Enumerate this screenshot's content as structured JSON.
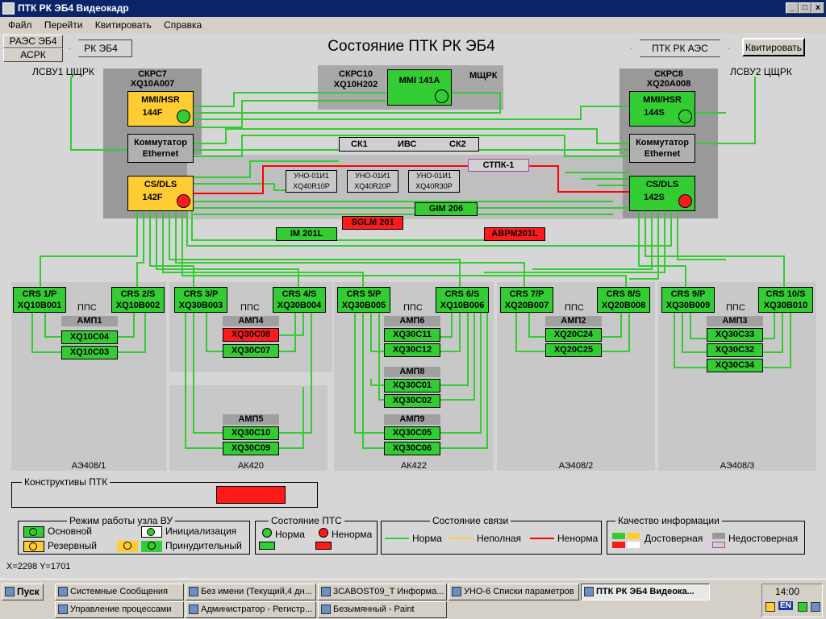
{
  "window": {
    "title": "ПТК РК ЭБ4 Видеокадр",
    "min": "_",
    "max": "□",
    "close": "x"
  },
  "menu": [
    "Файл",
    "Перейти",
    "Квитировать",
    "Справка"
  ],
  "header": {
    "left_top": "РАЭС ЭБ4",
    "left_bottom": "АСРК",
    "nav_left": "РК ЭБ4",
    "title": "Состояние ПТК РК ЭБ4",
    "nav_right": "ПТК РК АЭС",
    "ack_button": "Квитировать"
  },
  "labels": {
    "lsvu1": "ЛСВУ1 ЦЩРК",
    "lsvu2": "ЛСВУ2 ЦЩРК",
    "mshrk": "МЩРК"
  },
  "skrs7": {
    "name": "СКРС7",
    "code": "XQ10A007",
    "mmi": "MMI/HSR",
    "mmi_id": "144F",
    "switch": "Коммутатор Ethernet",
    "cs": "CS/DLS",
    "cs_id": "142F"
  },
  "skrs8": {
    "name": "СКРС8",
    "code": "XQ20A008",
    "mmi": "MMI/HSR",
    "mmi_id": "144S",
    "switch": "Коммутатор Ethernet",
    "cs": "CS/DLS",
    "cs_id": "142S"
  },
  "skrs10": {
    "name": "СКРС10",
    "code": "XQ10H202",
    "mmi": "MMI 141A"
  },
  "ivs": {
    "sk1": "СК1",
    "ivs": "ИВС",
    "sk2": "СК2"
  },
  "stpk": "СТПК-1",
  "uno": [
    {
      "name": "УНО-01И1",
      "code": "XQ40R10P"
    },
    {
      "name": "УНО-01И1",
      "code": "XQ40R20P"
    },
    {
      "name": "УНО-01И1",
      "code": "XQ40R30P"
    }
  ],
  "gim": "GIM 206",
  "sglm": "SGLM 201",
  "im": "IM 201L",
  "abpm": "ABPM201L",
  "pps": "ППС",
  "crs": [
    {
      "l1": "CRS 1/P",
      "l2": "XQ10B001"
    },
    {
      "l1": "CRS 2/S",
      "l2": "XQ10B002"
    },
    {
      "l1": "CRS 3/P",
      "l2": "XQ30B003"
    },
    {
      "l1": "CRS 4/S",
      "l2": "XQ30B004"
    },
    {
      "l1": "CRS 5/P",
      "l2": "XQ30B005"
    },
    {
      "l1": "CRS 6/S",
      "l2": "XQ10B006"
    },
    {
      "l1": "CRS 7/P",
      "l2": "XQ20B007"
    },
    {
      "l1": "CRS 8/S",
      "l2": "XQ20B008"
    },
    {
      "l1": "CRS 9/P",
      "l2": "XQ30B009"
    },
    {
      "l1": "CRS 10/S",
      "l2": "XQ30B010"
    }
  ],
  "amp": {
    "amp1": {
      "title": "АМП1",
      "items": [
        "XQ10C04",
        "XQ10C03"
      ]
    },
    "amp4": {
      "title": "АМП4",
      "items": [
        "XQ30C08",
        "XQ30C07"
      ]
    },
    "amp5": {
      "title": "АМП5",
      "items": [
        "XQ30C10",
        "XQ30C09"
      ]
    },
    "amp6": {
      "title": "АМП6",
      "items": [
        "XQ30C11",
        "XQ30C12"
      ]
    },
    "amp8": {
      "title": "АМП8",
      "items": [
        "XQ30C01",
        "XQ30C02"
      ]
    },
    "amp9": {
      "title": "АМП9",
      "items": [
        "XQ30C05",
        "XQ30C06"
      ]
    },
    "amp2": {
      "title": "АМП2",
      "items": [
        "XQ20C24",
        "XQ20C25"
      ]
    },
    "amp3": {
      "title": "АМП3",
      "items": [
        "XQ30C33",
        "XQ30C32",
        "XQ30C34"
      ]
    }
  },
  "areas": [
    "АЭ408/1",
    "АК420",
    "АК422",
    "АЭ408/2",
    "АЭ408/3"
  ],
  "konstr": "Конструктивы ПТК",
  "legend": {
    "mode_title": "Режим работы узла ВУ",
    "osnovnoy": "Основной",
    "rezervny": "Резервный",
    "init": "Инициализация",
    "prinud": "Принудительный",
    "pts_title": "Состояние ПТС",
    "norma": "Норма",
    "nenorma": "Ненорма",
    "link_title": "Состояние связи",
    "link_norma": "Норма",
    "link_nepoln": "Неполная",
    "link_nenorma": "Ненорма",
    "quality_title": "Качество информации",
    "dostov": "Достоверная",
    "nedostov": "Недостоверная"
  },
  "coords": "X=2298 Y=1701",
  "taskbar": {
    "start": "Пуск",
    "tasks_row1": [
      "Системные Сообщения",
      "Без имени (Текущий,4 дн...",
      "3CABOST09_T Информа...",
      "УНО-6 Списки параметров",
      "ПТК РК ЭБ4 Видеока..."
    ],
    "tasks_row2": [
      "Управление процессами",
      "Администратор - Регистр...",
      "Безымянный - Paint"
    ],
    "clock": "14:00",
    "lang": "EN"
  },
  "colors": {
    "ok": "#33cc33",
    "reserve": "#ffcc33",
    "alarm": "#ff1a1a",
    "link_ok": "#33cc33",
    "link_bad": "#ff0000"
  }
}
